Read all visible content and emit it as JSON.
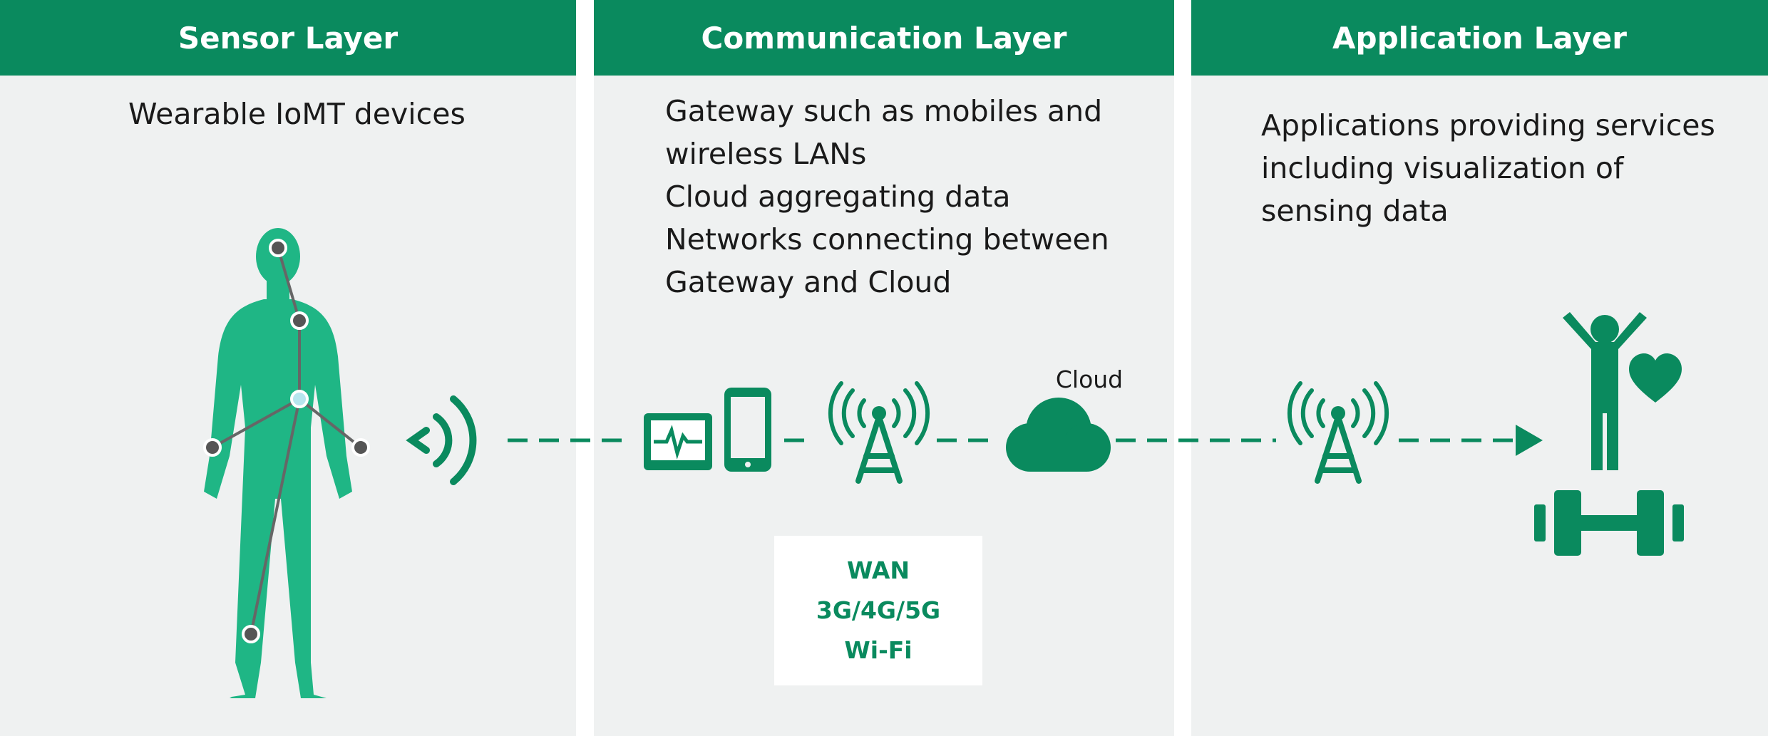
{
  "layers": {
    "sensor": {
      "title": "Sensor Layer",
      "lines": [
        "Wearable IoMT devices"
      ]
    },
    "communication": {
      "title": "Communication Layer",
      "lines": [
        "Gateway such as mobiles and",
        "wireless LANs",
        "Cloud aggregating data",
        "Networks connecting between",
        "Gateway and Cloud"
      ]
    },
    "application": {
      "title": "Application Layer",
      "lines": [
        "Applications providing services",
        "including visualization of",
        "sensing data"
      ]
    }
  },
  "cloud_label": "Cloud",
  "network_box": {
    "lines": [
      "WAN",
      "3G/4G/5G",
      "Wi-Fi"
    ]
  },
  "icons": [
    "human-body-icon",
    "wireless-signal-icon",
    "monitor-icon",
    "smartphone-icon",
    "cell-tower-icon",
    "cloud-icon",
    "cell-tower-icon",
    "person-cheering-icon",
    "heart-icon",
    "dumbbell-icon"
  ],
  "colors": {
    "header": "#0a8a5e",
    "icon": "#0a8a5e",
    "body": "#1fb685",
    "panel": "#eff1f1",
    "sensor_node": "#555555",
    "center_node": "#b6e6ee"
  }
}
